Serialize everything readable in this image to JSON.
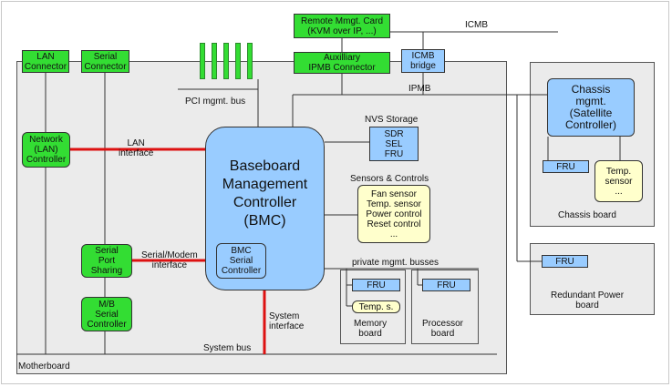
{
  "labels": {
    "lan_connector": "LAN\nConnector",
    "serial_connector": "Serial\nConnector",
    "remote_card": "Remote Mmgt. Card\n(KVM over IP, ...)",
    "aux_ipmb": "Auxilliary\nIPMB Connector",
    "icmb_bridge": "ICMB\nbridge",
    "icmb": "ICMB",
    "ipmb": "IPMB",
    "pci_bus": "PCI mgmt. bus",
    "nvs_storage": "NVS Storage",
    "nvs_items": "SDR\nSEL\nFRU",
    "network_controller": "Network\n(LAN)\nController",
    "lan_interface": "LAN\ninterface",
    "bmc": "Baseboard\nManagement\nController\n(BMC)",
    "sensors_title": "Sensors & Controls",
    "sensors_items": "Fan sensor\nTemp. sensor\nPower control\nReset control\n...",
    "serial_port_sharing": "Serial\nPort\nSharing",
    "serial_modem": "Serial/Modem\ninterface",
    "bmc_serial": "BMC\nSerial\nController",
    "mb_serial": "M/B\nSerial\nController",
    "private_busses": "private mgmt. busses",
    "fru": "FRU",
    "temp_s": "Temp. s.",
    "memory_board": "Memory\nboard",
    "processor_board": "Processor\nboard",
    "system_interface": "System\ninterface",
    "system_bus": "System bus",
    "motherboard": "Motherboard",
    "chassis_mgmt": "Chassis\nmgmt.\n(Satellite\nController)",
    "chassis_temp": "Temp.\nsensor\n...",
    "chassis_board": "Chassis board",
    "redundant_power": "Redundant Power\nboard"
  },
  "colors": {
    "green": "#33dd33",
    "blue": "#99ccff",
    "yellow": "#ffffcc",
    "red_link": "#dd1111",
    "board": "#ebebeb"
  }
}
